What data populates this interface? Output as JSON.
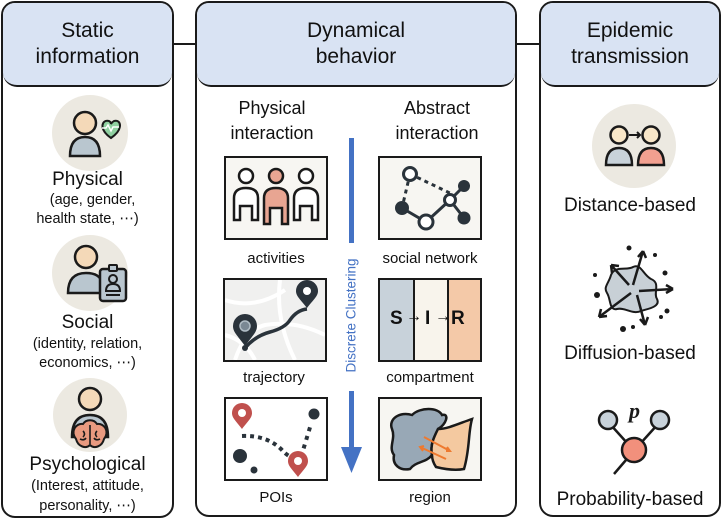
{
  "panels": {
    "static": {
      "title_line1": "Static",
      "title_line2": "information",
      "items": [
        {
          "label": "Physical",
          "desc_line1": "(age, gender,",
          "desc_line2": "health state, ⋯)",
          "icon": "person-heart-icon"
        },
        {
          "label": "Social",
          "desc_line1": "(identity, relation,",
          "desc_line2": "economics, ⋯)",
          "icon": "person-id-badge-icon"
        },
        {
          "label": "Psychological",
          "desc_line1": "(Interest, attitude,",
          "desc_line2": "personality, ⋯)",
          "icon": "person-brain-icon"
        }
      ]
    },
    "dynamical": {
      "title_line1": "Dynamical",
      "title_line2": "behavior",
      "physical_head_line1": "Physical",
      "physical_head_line2": "interaction",
      "abstract_head_line1": "Abstract",
      "abstract_head_line2": "interaction",
      "physical_items": [
        {
          "label": "activities",
          "icon": "people-group-icon"
        },
        {
          "label": "trajectory",
          "icon": "map-route-icon"
        },
        {
          "label": "POIs",
          "icon": "poi-pins-icon"
        }
      ],
      "abstract_items": [
        {
          "label": "social network",
          "icon": "network-graph-icon"
        },
        {
          "label": "compartment",
          "icon": "sir-compartment-icon",
          "compartments": [
            "S",
            "I",
            "R"
          ]
        },
        {
          "label": "region",
          "icon": "region-map-icon"
        }
      ],
      "axis_label": "Discrete Clustering"
    },
    "epidemic": {
      "title_line1": "Epidemic",
      "title_line2": "transmission",
      "items": [
        {
          "label": "Distance-based",
          "icon": "person-to-person-icon"
        },
        {
          "label": "Diffusion-based",
          "icon": "diffusion-blob-icon"
        },
        {
          "label": "Probability-based",
          "icon": "probability-nodes-icon",
          "symbol": "p"
        }
      ]
    }
  },
  "colors": {
    "header_bg": "#d9e3f3",
    "skin": "#f4d9b8",
    "body_gray": "#b9c6cf",
    "accent_red": "#f0a090",
    "pin_red": "#c0504d",
    "arrow_blue": "#4472c4",
    "orange": "#f4c9a8"
  }
}
